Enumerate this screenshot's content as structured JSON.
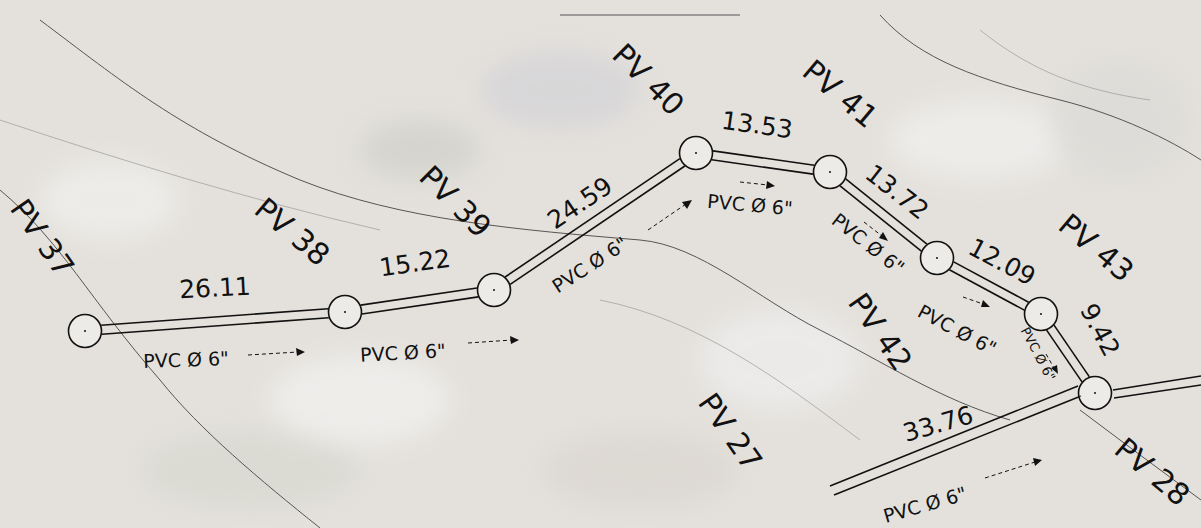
{
  "diagram": {
    "nodes": [
      {
        "text": [
          "PV 37"
        ]
      },
      {
        "text": [
          "PV 38"
        ]
      },
      {
        "text": [
          "PV 39"
        ]
      },
      {
        "text": [
          "PV 40"
        ]
      },
      {
        "text": [
          "PV 41"
        ]
      },
      {
        "text": [
          "PV 42"
        ]
      },
      {
        "text": [
          "PV 43"
        ]
      },
      {
        "text": [
          "PV 28"
        ]
      }
    ],
    "edges": [
      {
        "from": 0,
        "to": 1,
        "arrow": "none",
        "label": "26.11"
      },
      {
        "from": 1,
        "to": 2,
        "arrow": "none",
        "label": "15.22"
      },
      {
        "from": 2,
        "to": 3,
        "arrow": "none",
        "label": "24.59"
      },
      {
        "from": 3,
        "to": 4,
        "arrow": "none",
        "label": "13.53"
      },
      {
        "from": 4,
        "to": 5,
        "arrow": "none",
        "label": "13.72"
      },
      {
        "from": 5,
        "to": 6,
        "arrow": "none",
        "label": "12.09"
      },
      {
        "from": 6,
        "to": 7,
        "arrow": "none",
        "label": "9.42"
      }
    ],
    "labels": [
      "PVC Ø 6\"",
      "PVC Ø 6\"",
      "PVC Ø 6\"",
      "PVC Ø 6\"",
      "PVC Ø 6\"",
      "PVC Ø 6\"",
      "PVC Ø 6\"",
      "PV 27",
      "33.76",
      "PVC Ø 6\""
    ]
  }
}
